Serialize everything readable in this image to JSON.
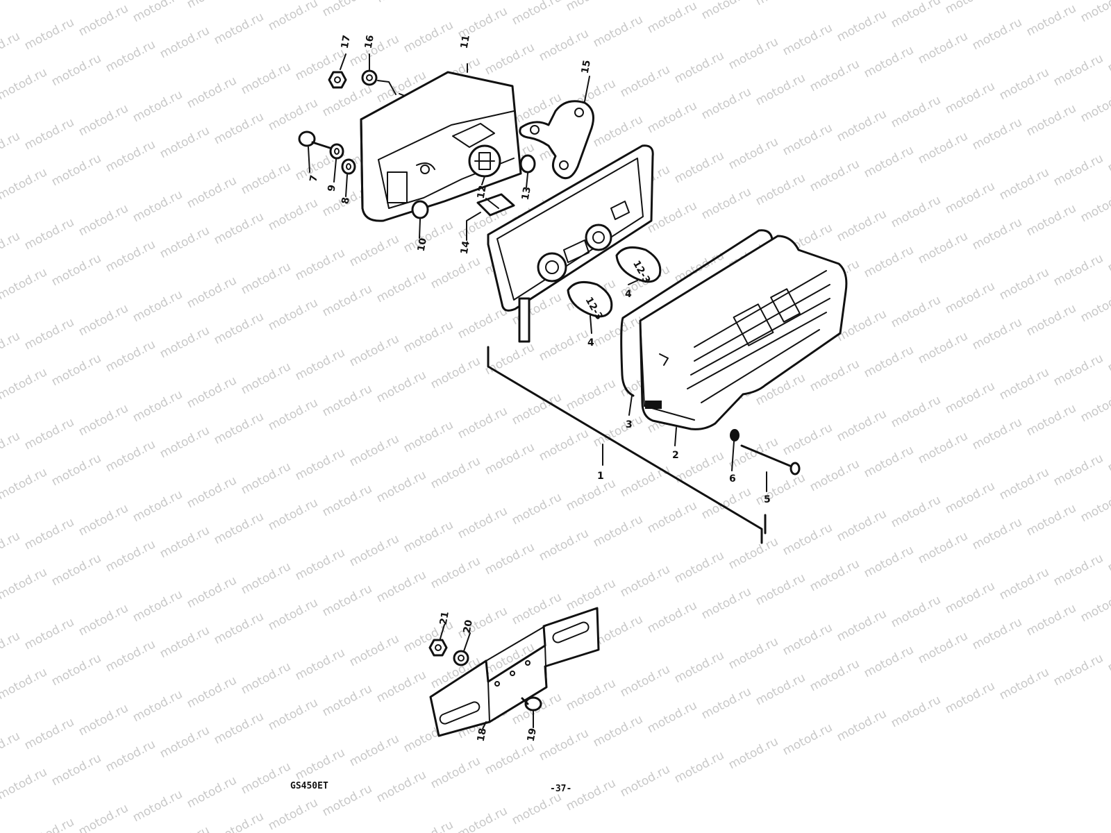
{
  "diagram": {
    "model_code": "GS450ET",
    "page_number": "-37-",
    "watermark": "motod.ru",
    "bulb_marking": "12-3",
    "callouts": [
      "1",
      "2",
      "3",
      "4",
      "4",
      "5",
      "6",
      "7",
      "8",
      "9",
      "10",
      "11",
      "12",
      "13",
      "14",
      "15",
      "16",
      "17",
      "18",
      "19",
      "20",
      "21"
    ]
  }
}
